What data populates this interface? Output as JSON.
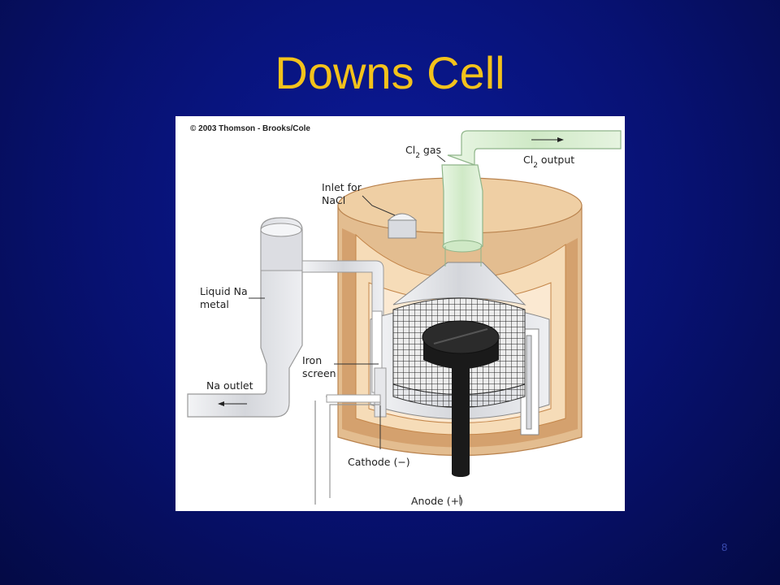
{
  "slide": {
    "title": "Downs Cell",
    "number": "8"
  },
  "figure": {
    "copyright": "© 2003 Thomson - Brooks/Cole",
    "labels": {
      "cl2_gas_prefix": "Cl",
      "cl2_gas_sub": "2",
      "cl2_gas_suffix": " gas",
      "cl2_output_prefix": "Cl",
      "cl2_output_sub": "2",
      "cl2_output_suffix": " output",
      "inlet_line1": "Inlet for",
      "inlet_line2": "NaCl",
      "liquid_na_line1": "Liquid Na",
      "liquid_na_line2": "metal",
      "iron_line1": "Iron",
      "iron_line2": "screen",
      "na_outlet": "Na outlet",
      "cathode": "Cathode (−)",
      "anode": "Anode (+)"
    },
    "colors": {
      "outer_shell": "#e3bd90",
      "inner_shell": "#f6dcb8",
      "shell_edge": "#c4864a",
      "tube_green": "#d8efd0",
      "tube_green_edge": "#8fb58a",
      "silver": "#d9dbe0",
      "anode": "#1a1a1a"
    }
  }
}
